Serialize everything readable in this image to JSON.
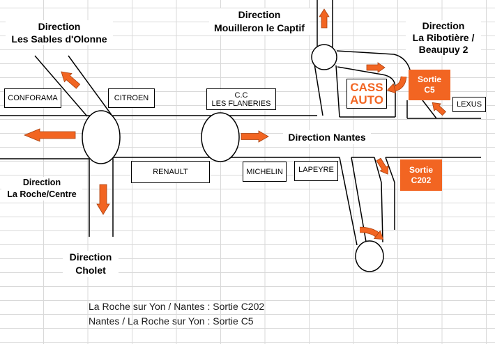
{
  "directions": {
    "sables_olonne": {
      "line1": "Direction",
      "line2": "Les Sables d'Olonne"
    },
    "mouilleron": {
      "line1": "Direction",
      "line2": "Mouilleron le Captif"
    },
    "ribotiere": {
      "line1": "Direction",
      "line2": "La Ribotière /",
      "line3": "Beaupuy 2"
    },
    "nantes": {
      "line1": "Direction Nantes"
    },
    "la_roche": {
      "line1": "Direction",
      "line2": "La Roche/Centre"
    },
    "cholet": {
      "line1": "Direction",
      "line2": "Cholet"
    }
  },
  "landmarks": {
    "conforama": "CONFORAMA",
    "citroen": "CITROEN",
    "cc_flaneries": {
      "line1": "C.C",
      "line2": "LES FLANERIES"
    },
    "lexus": "LEXUS",
    "renault": "RENAULT",
    "michelin": "MICHELIN",
    "lapeyre": "LAPEYRE",
    "cass_auto": {
      "line1": "CASS",
      "line2": "AUTO"
    }
  },
  "exits": {
    "c5": {
      "line1": "Sortie",
      "line2": "C5"
    },
    "c202": {
      "line1": "Sortie",
      "line2": "C202"
    }
  },
  "notes": [
    "La Roche sur Yon / Nantes : Sortie C202",
    "Nantes / La Roche sur Yon : Sortie C5"
  ],
  "colors": {
    "accent": "#f26522",
    "arrow_outline": "#a8400f",
    "road": "#000000",
    "grid": "#d9d9d9",
    "background": "#ffffff"
  },
  "icons": [
    "arrow-left-icon",
    "arrow-right-icon",
    "arrow-up-left-icon",
    "arrow-down-icon",
    "arrow-up-icon",
    "arrow-right-small-icon",
    "arrow-curved-down-left-icon",
    "arrow-up-left-small-icon",
    "arrow-down-right-icon",
    "arrow-curved-down-right-icon"
  ]
}
